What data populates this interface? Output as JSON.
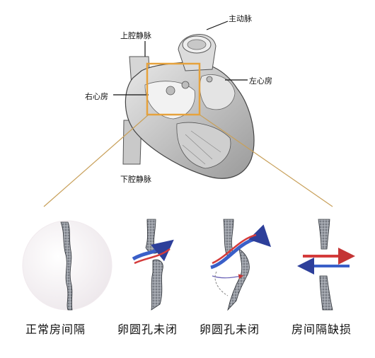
{
  "heart": {
    "labels": {
      "aorta": "主动脉",
      "superior_vena_cava": "上腔静脉",
      "left_atrium": "左心房",
      "right_atrium": "右心房",
      "inferior_vena_cava": "下腔静脉"
    }
  },
  "panels": [
    {
      "caption": "正常房间隔"
    },
    {
      "caption": "卵圆孔未闭"
    },
    {
      "caption": "卵圆孔未闭"
    },
    {
      "caption": "房间隔缺损"
    }
  ],
  "colors": {
    "highlight_box": "#e6a23c",
    "callout_line": "#c8a05a",
    "arrow_red": "#d43b3b",
    "arrow_blue": "#3a5fc8",
    "septum": "#7b7f86"
  },
  "icons": [
    "heart-illustration",
    "septum-illustration",
    "flow-arrow"
  ]
}
